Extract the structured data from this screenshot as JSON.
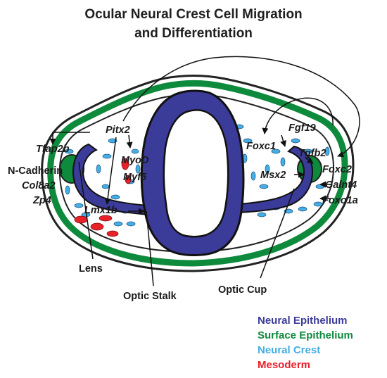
{
  "title": {
    "line1": "Ocular Neural Crest Cell Migration",
    "line2": "and Differentiation"
  },
  "genes": {
    "tfap2b": "Tfap2b",
    "col8a2": "Col8a2",
    "zp4": "Zp4",
    "pitx2": "Pitx2",
    "myod": "MyoD",
    "myf5": "Myf5",
    "lmx1b": "Lmx1b",
    "foxc1": "Foxc1",
    "fgf19": "Fgf19",
    "tgfb2": "Tgfb2",
    "msx2": "Msx2",
    "foxc2": "Foxc2",
    "galnt4": "Galnt4",
    "foxo1a": "Foxo1a"
  },
  "labels": {
    "ncadherin": "N-Cadherin",
    "lens": "Lens",
    "optic_stalk": "Optic Stalk",
    "optic_cup": "Optic Cup"
  },
  "legend": [
    {
      "label": "Neural Epithelium",
      "color": "#3b3b9a"
    },
    {
      "label": "Surface Epithelium",
      "color": "#0e8a3c"
    },
    {
      "label": "Neural Crest",
      "color": "#45aee3"
    },
    {
      "label": "Mesoderm",
      "color": "#e8202a"
    }
  ]
}
